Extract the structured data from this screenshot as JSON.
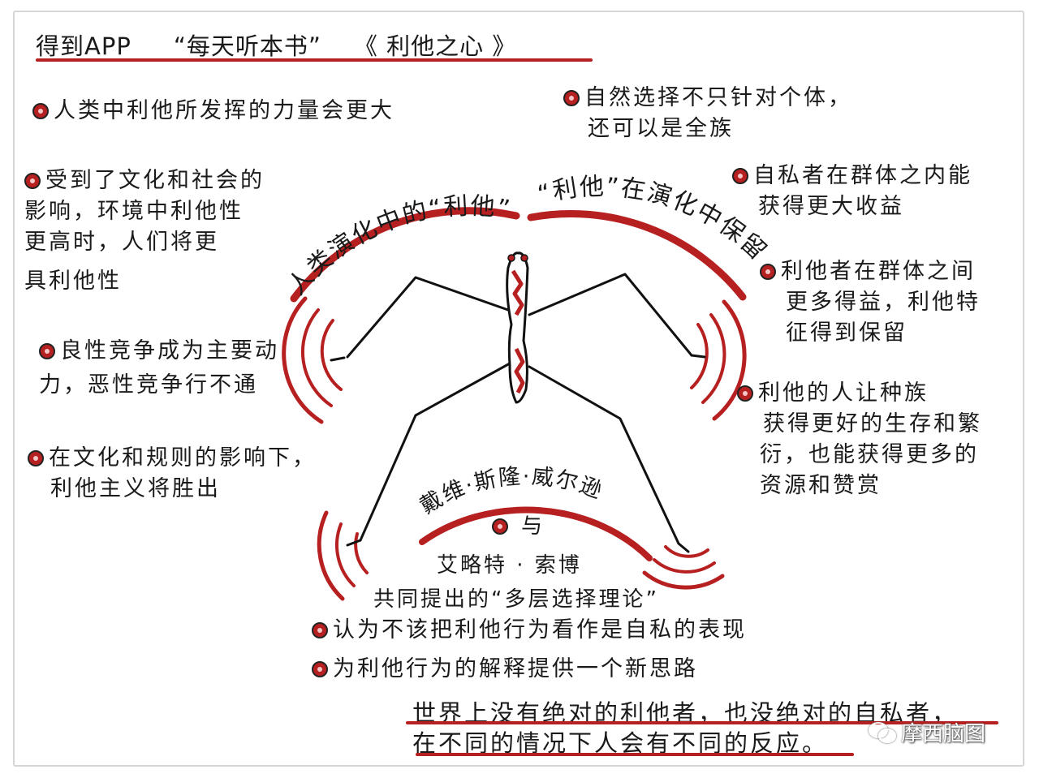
{
  "title": {
    "app": "得到APP",
    "program": "“每天听本书”",
    "book": "《 利他之心 》"
  },
  "arc_labels": {
    "left": "人类演化中的“利他”",
    "right": "“利他”在演化中保留",
    "bottom": "戴维·斯隆·威尔逊"
  },
  "left_notes": [
    {
      "lines": [
        "人类中利他所发挥的力量会更大"
      ]
    },
    {
      "lines": [
        "受到了文化和社会的",
        "影响，环境中利他性",
        "更高时，人们将更",
        "具利他性"
      ]
    },
    {
      "lines": [
        "良性竞争成为主要动",
        "力，恶性竞争行不通"
      ]
    },
    {
      "lines": [
        "在文化和规则的影响下，",
        "利他主义将胜出"
      ]
    }
  ],
  "right_notes": [
    {
      "lines": [
        "自然选择不只针对个体，",
        "还可以是全族"
      ]
    },
    {
      "lines": [
        "自私者在群体之内能",
        "获得更大收益"
      ]
    },
    {
      "lines": [
        "利他者在群体之间",
        "更多得益，利他特",
        "征得到保留"
      ]
    },
    {
      "lines": [
        "利他的人让种族",
        "获得更好的生存和繁",
        "衍，也能获得更多的",
        "资源和赞赏"
      ]
    }
  ],
  "center": {
    "conjunction": "与",
    "second_author": "艾略特 · 索博",
    "theory": "共同提出的“多层选择理论”"
  },
  "bottom_notes": [
    "认为不该把利他行为看作是自私的表现",
    "为利他行为的解释提供一个新思路"
  ],
  "conclusion": [
    "世界上没有绝对的利他者，也没绝对的自私者，",
    "在不同的情况下人会有不同的反应。"
  ],
  "watermark": "摩西脑图",
  "colors": {
    "accent_red": "#b72020",
    "ink": "#1a1a1a"
  }
}
